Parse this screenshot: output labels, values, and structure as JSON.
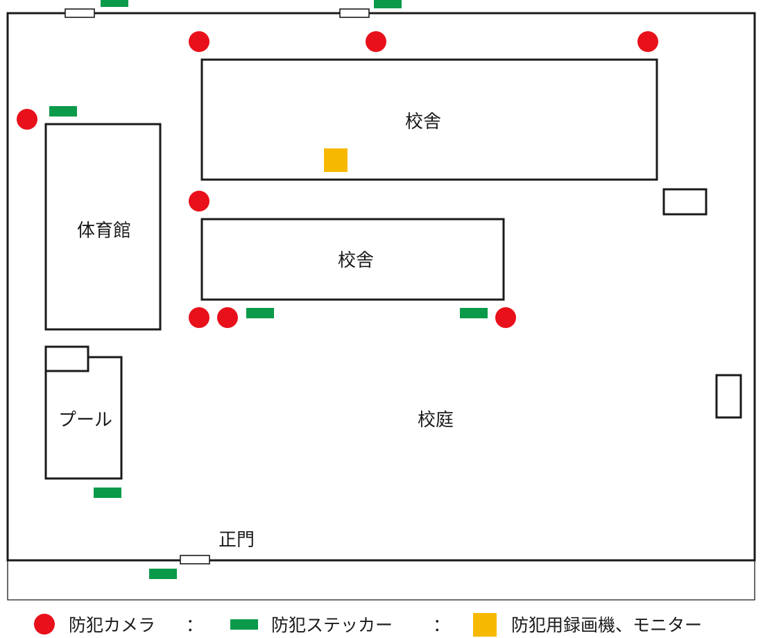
{
  "buildings": {
    "school_top": "校舎",
    "school_mid": "校舎",
    "gym": "体育館",
    "pool": "プール",
    "courtyard": "校庭",
    "main_gate": "正門"
  },
  "legend": {
    "camera": {
      "label": "防犯カメラ",
      "color": "#e8101a",
      "icon": "red-circle"
    },
    "sticker": {
      "label": "防犯ステッカー",
      "color": "#0a9a4a",
      "icon": "green-bar"
    },
    "recorder": {
      "label": "防犯用録画機、モニター",
      "color": "#f7b900",
      "icon": "yellow-square"
    },
    "separator": "："
  },
  "colors": {
    "outline": "#1a1a1a",
    "camera": "#e8101a",
    "sticker": "#0a9a4a",
    "recorder": "#f7b900"
  }
}
